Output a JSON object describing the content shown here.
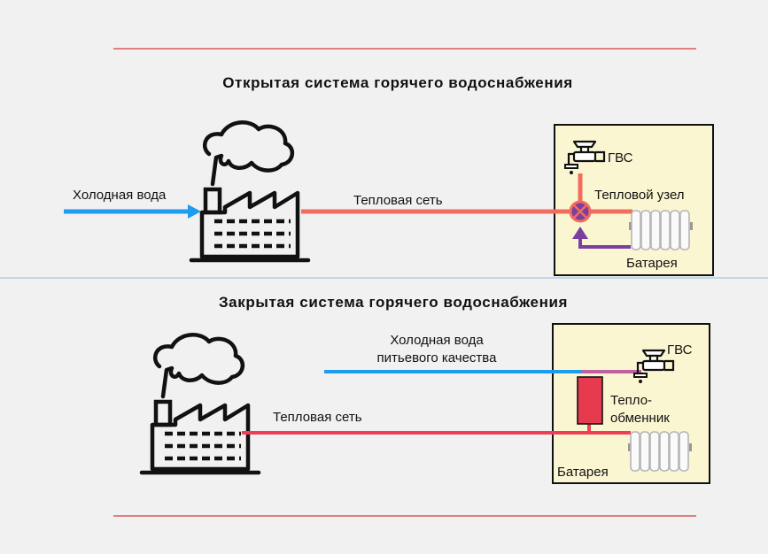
{
  "open_system": {
    "title": "Открытая система горячего водоснабжения",
    "cold_water_label": "Холодная вода",
    "heat_network_label": "Тепловая сеть",
    "dhw_label": "ГВС",
    "heat_node_label": "Тепловой узел",
    "battery_label": "Батарея"
  },
  "closed_system": {
    "title": "Закрытая система горячего водоснабжения",
    "cold_water_line1": "Холодная вода",
    "cold_water_line2": "питьевого качества",
    "heat_network_label": "Тепловая сеть",
    "dhw_label": "ГВС",
    "exchanger_line1": "Тепло-",
    "exchanger_line2": "обменник",
    "battery_label": "Батарея"
  },
  "colors": {
    "divider_red": "#e08080",
    "divider_blue": "#a9cfe6",
    "cold_water": "#1e9cf0",
    "heat_network_open": "#f26c5f",
    "heat_network_closed": "#ef3d55",
    "return_line": "#7b3fa0",
    "building_fill": "#fbf6d2",
    "exchanger": "#e63b4f"
  },
  "icons": {
    "factory": "factory-icon",
    "faucet": "faucet-icon",
    "radiator": "radiator-icon",
    "valve": "valve-icon"
  }
}
